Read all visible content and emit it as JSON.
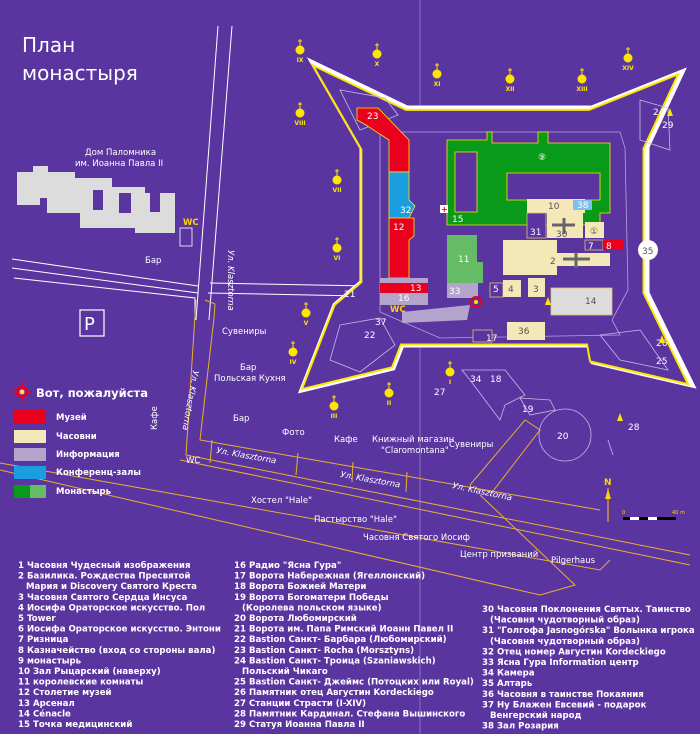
{
  "title": [
    "План",
    "монастыря"
  ],
  "colors": {
    "background": "#5a35a0",
    "museum": "#e8001c",
    "chapels": "#f5e8b8",
    "information": "#b4a4cc",
    "conference": "#1a9ee0",
    "monastery": "#0a9a1a",
    "monastery_light": "#66bb66",
    "walls": "#ffe600"
  },
  "legend": {
    "here": "Вот, пожалуйста",
    "items": [
      "Музей",
      "Часовни",
      "Информация",
      "Конференц-залы",
      "Монастырь"
    ]
  },
  "labels": {
    "pilgrim_house": [
      "Дом Паломника",
      "им. Иоанна Павла II"
    ],
    "wc": "WC",
    "bar": "Бар",
    "parking": "P",
    "street": "Ул. Klasztorna",
    "souvenirs": "Сувениры",
    "bar_polish": [
      "Бар",
      "Польская Кухня"
    ],
    "cafe": "Кафе",
    "photo": "Фото",
    "bookshop": [
      "Книжный магазин",
      "\"Claromontana\""
    ],
    "hostel": "Хостел \"Hale\"",
    "pastoral": "Пастырство \"Hale\"",
    "chapel_joseph": "Часовня Святого Иосиф",
    "vocation_center": "Центр призваний",
    "pilgerhaus": "Pilgerhaus",
    "north": "N",
    "scale": [
      "0",
      "40 m"
    ]
  },
  "stations": [
    "I",
    "II",
    "III",
    "IV",
    "V",
    "VI",
    "VII",
    "VIII",
    "IX",
    "X",
    "XI",
    "XII",
    "XIII",
    "XIV"
  ],
  "map_numbers": {
    "n1": "①",
    "n2": "2",
    "n3": "3",
    "n4": "4",
    "n5": "5",
    "n7": "7",
    "n8": "8",
    "n9": "⑨",
    "n10": "10",
    "n11": "11",
    "n12": "12",
    "n13": "13",
    "n14": "14",
    "n15": "15",
    "n16": "16",
    "n17": "17",
    "n18": "18",
    "n19": "19",
    "n20": "20",
    "n21": "21",
    "n22": "22",
    "n23": "23",
    "n24": "24",
    "n25": "25",
    "n26": "26",
    "n27": "27",
    "n28": "28",
    "n29": "29",
    "n30": "30",
    "n31": "31",
    "n32": "32",
    "n33": "33",
    "n34": "34",
    "n35": "35",
    "n36": "36",
    "n37": "37",
    "n38": "38"
  },
  "list": {
    "col1": [
      "1 Часовня Чудесный изображения",
      "2 Базилика. Рождества Пресвятой",
      "   Мария и Discovery Святого Креста",
      "3 Часовня Святого Сердца Инсуса",
      "4 Иосифа Ораторское искусство. Пол",
      "5 Tower",
      "6 Иосифа Ораторское искусство. Энтони",
      "7 Ризница",
      "8 Казначейство (вход со стороны вала)",
      "9 монастырь",
      "10 Зал Рыцарский (наверху)",
      "11 королевские комнаты",
      "12 Столетие музей",
      "13 Арсенал",
      "14 Cénacle",
      "15 Точка медицинский"
    ],
    "col2": [
      "16 Радио \"Ясна Гура\"",
      "17 Ворота Набережная (Ягеллонский)",
      "18 Ворота Божией Матери",
      "19 Ворота Богоматери Победы",
      "   (Королева польском языке)",
      "20 Ворота Любомирский",
      "21 Ворота им. Папа Римский Иоанн Павел II",
      "22 Bastion Санкт- Барбара (Любомирский)",
      "23 Bastion Санкт- Rocha (Morsztyns)",
      "24 Bastion Санкт- Троица (Szaniawskich)",
      "   Польский Чикаго",
      "25 Bastion Санкт- Джеймс (Потоцких или Royal)",
      "26 Памятник отец Августин Kordeckiego",
      "27 Станции Страсти (I-XIV)",
      "28 Памятник Кардинал. Стефана Вышинского",
      "29 Статуя Иоанна Павла II"
    ],
    "col3": [
      "30 Часовня Поклонения Святых. Таинство",
      "   (Часовня чудотворный образ)",
      "31 \"Голгофа Jasnogórska\" Волынка игрока",
      "   (Часовня чудотворный образ)",
      "32 Отец номер Августин Kordeckiego",
      "33 Ясна Гура Information центр",
      "34 Камера",
      "35 Алтарь",
      "36 Часовня в таинстве Покаяния",
      "37 Ну Блажен Евсевий - подарок",
      "   Венгерский народ",
      "38 Зал Розария"
    ]
  }
}
